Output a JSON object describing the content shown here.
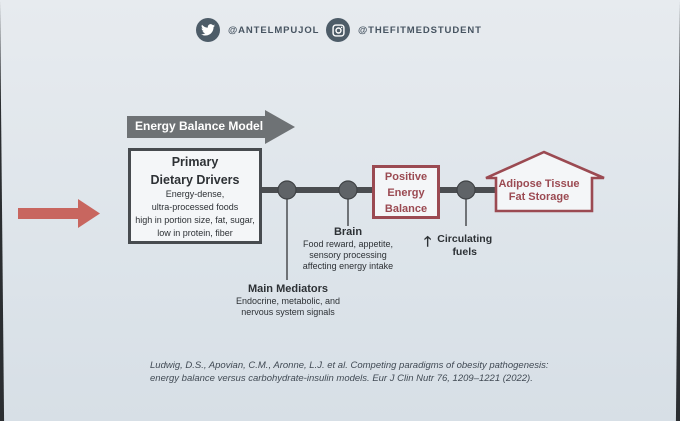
{
  "social": {
    "twitter": {
      "icon": "twitter-icon",
      "handle": "@ANTELMPUJOL"
    },
    "instagram": {
      "icon": "instagram-icon",
      "handle": "@THEFITMEDSTUDENT"
    }
  },
  "diagram": {
    "banner": "Energy Balance Model",
    "primary": {
      "title_line1": "Primary",
      "title_line2": "Dietary Drivers",
      "desc_lines": [
        "Energy-dense,",
        "ultra-processed foods",
        "high in portion size, fat, sugar,",
        "low in protein, fiber"
      ]
    },
    "mediators": {
      "title": "Main Mediators",
      "lines": [
        "Endocrine, metabolic, and",
        "nervous system signals"
      ]
    },
    "brain": {
      "title": "Brain",
      "lines": [
        "Food reward, appetite,",
        "sensory processing",
        "affecting energy intake"
      ]
    },
    "positive": {
      "lines": [
        "Positive",
        "Energy",
        "Balance"
      ]
    },
    "circulating": {
      "arrow": "🡑",
      "lines": [
        "Circulating",
        "fuels"
      ]
    },
    "adipose": {
      "lines": [
        "Adipose Tissue",
        "Fat Storage"
      ]
    }
  },
  "colors": {
    "accent_red": "#9b4a52",
    "input_arrow": "#c8665f",
    "dark": "#474b4f",
    "banner": "#6e7275"
  },
  "citation": {
    "line1": "Ludwig, D.S., Apovian, C.M., Aronne, L.J. et al. Competing paradigms of obesity pathogenesis:",
    "line2": "energy balance versus carbohydrate-insulin models. Eur J Clin Nutr 76, 1209–1221 (2022)."
  }
}
